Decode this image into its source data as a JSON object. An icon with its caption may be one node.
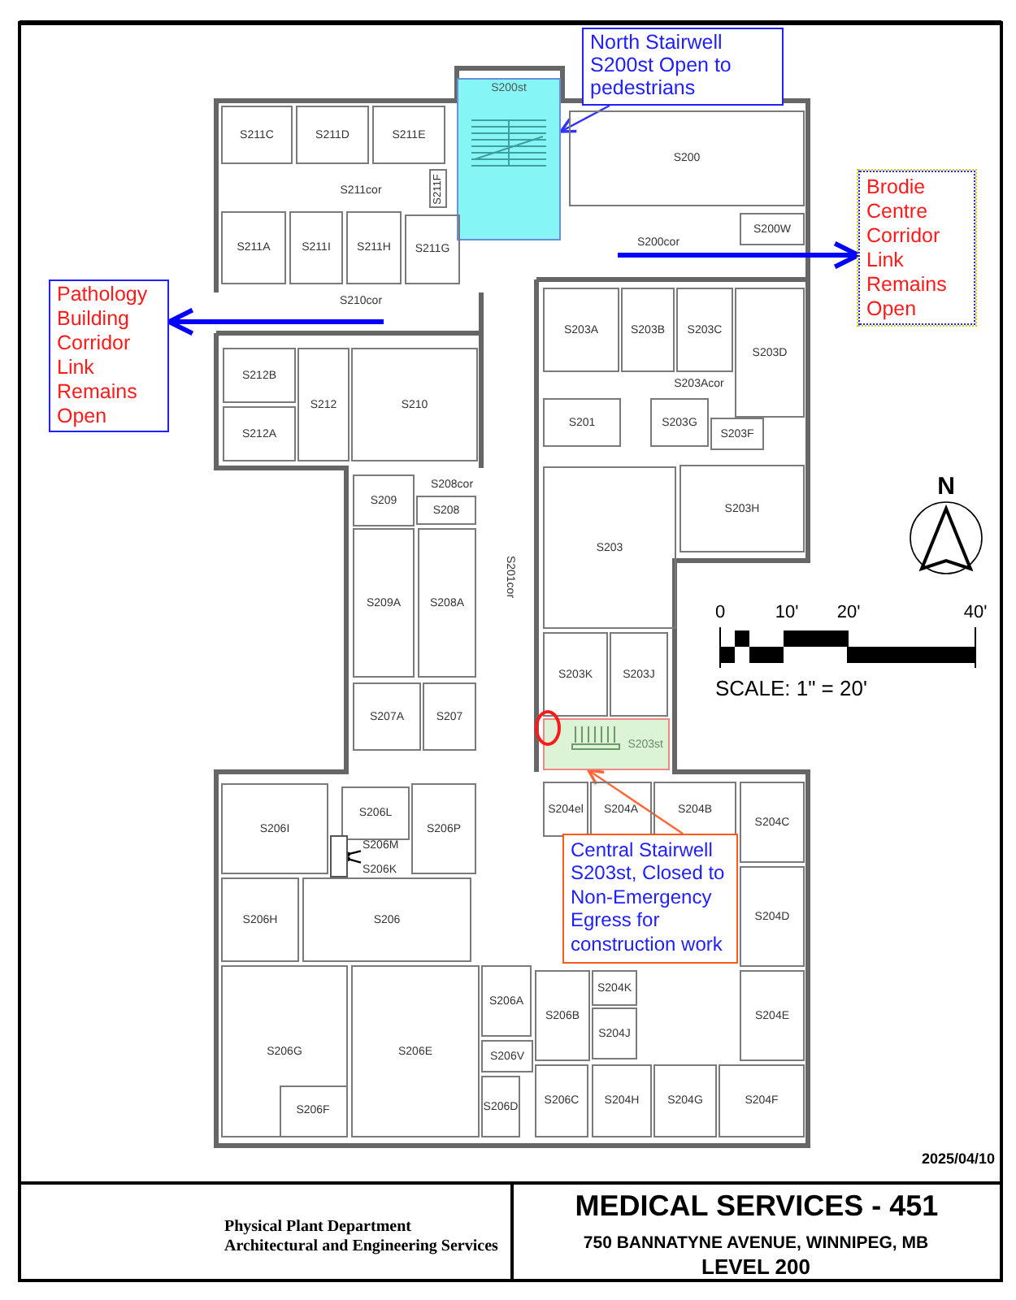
{
  "diagram": {
    "title": "MEDICAL SERVICES - 451",
    "nodes": [
      {
        "text": [
          "S211C"
        ]
      },
      {
        "text": [
          "S211D"
        ]
      },
      {
        "text": [
          "S211E"
        ]
      },
      {
        "text": [
          "S200st"
        ]
      },
      {
        "text": [
          "North Stairwell S200st Open to pedestrians"
        ]
      },
      {
        "text": [
          "S211F"
        ]
      },
      {
        "text": [
          "S200"
        ]
      },
      {
        "text": [
          "S211A"
        ]
      },
      {
        "text": [
          "S211I"
        ]
      },
      {
        "text": [
          "S211H"
        ]
      },
      {
        "text": [
          "S211G"
        ]
      },
      {
        "text": [
          "S200W"
        ]
      },
      {
        "text": [
          "Brodie Centre Corridor Link Remains Open"
        ]
      },
      {
        "text": [
          "Pathology Building Corridor Link Remains Open"
        ]
      },
      {
        "text": [
          "S203A"
        ]
      },
      {
        "text": [
          "S203B"
        ]
      },
      {
        "text": [
          "S203C"
        ]
      },
      {
        "text": [
          "S203D"
        ]
      },
      {
        "text": [
          "S212B"
        ]
      },
      {
        "text": [
          "S212"
        ]
      },
      {
        "text": [
          "S210"
        ]
      },
      {
        "text": [
          "S201"
        ]
      },
      {
        "text": [
          "S203G"
        ]
      },
      {
        "text": [
          "S203F"
        ]
      },
      {
        "text": [
          "S212A"
        ]
      },
      {
        "text": [
          "S209"
        ]
      },
      {
        "text": [
          "S208"
        ]
      },
      {
        "text": [
          "S203H"
        ]
      },
      {
        "text": [
          "S209A"
        ]
      },
      {
        "text": [
          "S208A"
        ]
      },
      {
        "text": [
          "S203"
        ]
      },
      {
        "text": [
          "S203K"
        ]
      },
      {
        "text": [
          "S203J"
        ]
      },
      {
        "text": [
          "S207A"
        ]
      },
      {
        "text": [
          "S207"
        ]
      },
      {
        "text": [
          "S203st"
        ]
      },
      {
        "text": [
          "S206I"
        ]
      },
      {
        "text": [
          "S206L"
        ]
      },
      {
        "text": [
          "S206P"
        ]
      },
      {
        "text": [
          "S206M"
        ]
      },
      {
        "text": [
          "S206K"
        ]
      },
      {
        "text": [
          "S204el"
        ]
      },
      {
        "text": [
          "S204A"
        ]
      },
      {
        "text": [
          "S204B"
        ]
      },
      {
        "text": [
          "S204C"
        ]
      },
      {
        "text": [
          "Central Stairwell S203st, Closed to Non-Emergency Egress for construction work"
        ]
      },
      {
        "text": [
          "S206H"
        ]
      },
      {
        "text": [
          "S206"
        ]
      },
      {
        "text": [
          "S204D"
        ]
      },
      {
        "text": [
          "S206A"
        ]
      },
      {
        "text": [
          "S206B"
        ]
      },
      {
        "text": [
          "S204K"
        ]
      },
      {
        "text": [
          "S204J"
        ]
      },
      {
        "text": [
          "S206V"
        ]
      },
      {
        "text": [
          "S206G"
        ]
      },
      {
        "text": [
          "S206E"
        ]
      },
      {
        "text": [
          "S204E"
        ]
      },
      {
        "text": [
          "S206F"
        ],
        "in": 54
      },
      {
        "text": [
          "S206D"
        ]
      },
      {
        "text": [
          "S206C"
        ]
      },
      {
        "text": [
          "S204H"
        ]
      },
      {
        "text": [
          "S204G"
        ]
      },
      {
        "text": [
          "S204F"
        ]
      },
      {
        "text": [],
        "shape": "box"
      }
    ],
    "edges": [
      {
        "from": 4,
        "to": 3,
        "arrow": "to",
        "color": "#3333ff"
      },
      {
        "from": null,
        "to": 12,
        "arrow": "to",
        "style": "thick",
        "color": "#0000ff"
      },
      {
        "from": null,
        "to": 13,
        "arrow": "to",
        "style": "thick",
        "color": "#0000ff"
      },
      {
        "from": 45,
        "to": 35,
        "arrow": "to",
        "color": "#ff6633"
      },
      {
        "from": 39,
        "to": 63,
        "arrow": "other",
        "color": "#000000"
      },
      {
        "from": 40,
        "to": 63,
        "arrow": "other",
        "color": "#000000"
      }
    ],
    "labels": [
      "S211cor",
      "S200cor",
      "S210cor",
      "S208cor",
      "S201cor",
      "S203Acor",
      "N",
      "0",
      "10'",
      "20'",
      "40'",
      "SCALE:  1\" = 20'",
      "2025/04/10",
      "Physical Plant Department",
      "Architectural and Engineering Services",
      "750 BANNATYNE AVENUE, WINNIPEG, MB",
      "LEVEL 200"
    ]
  }
}
